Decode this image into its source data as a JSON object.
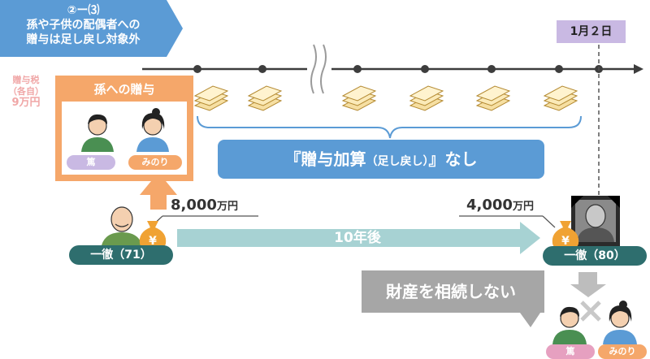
{
  "section_banner": {
    "line1": "②ー⑶",
    "line2": "孫や子供の配偶者への",
    "line3": "贈与は足し戻し対象外"
  },
  "date_label": "1月２日",
  "tax_note": {
    "line1": "贈与税",
    "line2": "（各自）",
    "line3": "9万円"
  },
  "gift_box_title": "孫への贈与",
  "grandchildren": {
    "boy": "篤",
    "girl": "みのり"
  },
  "add_back_banner": {
    "main": "『贈与加算",
    "paren": "（足し戻し）",
    "tail": "』なし"
  },
  "left_amount": "8,000",
  "right_amount": "4,000",
  "amount_unit": "万円",
  "years_later": "10年後",
  "person_before": "一徹（71）",
  "person_after": "一徹（80）",
  "no_inherit": "財産を相続しない",
  "yen_symbol": "¥",
  "colors": {
    "blue": "#5b9bd5",
    "orange": "#f5a76a",
    "teal": "#8fc3c4",
    "gray": "#a6a6a6",
    "teal_dark": "#2e6e6e",
    "purple": "#c9b9e3",
    "pink": "#e6a0c0",
    "tax_pink": "#f0a7a7"
  }
}
